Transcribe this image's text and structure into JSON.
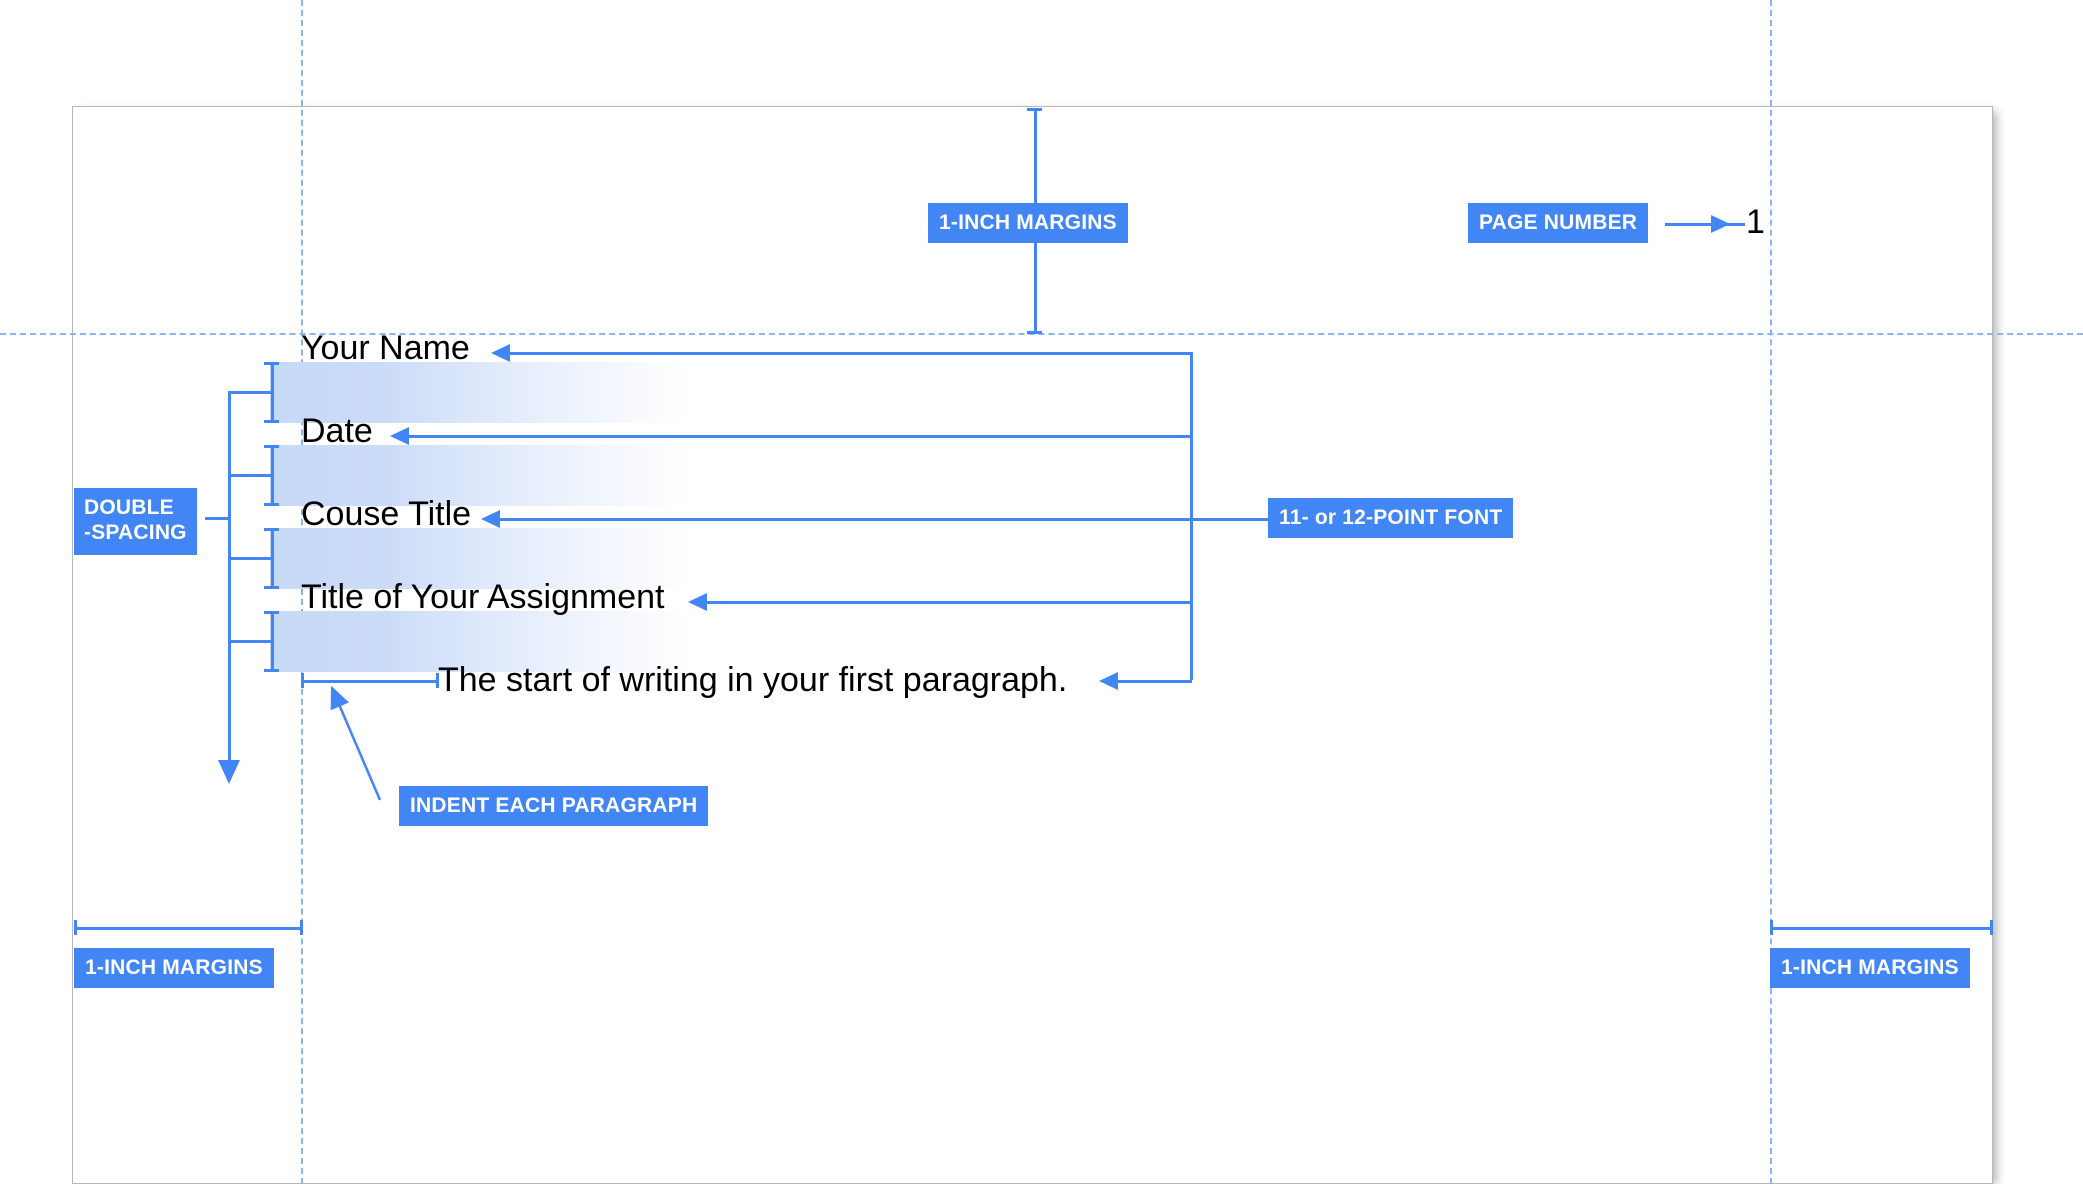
{
  "diagram": {
    "title": "Essay formatting guide page",
    "accent_color": "#4285f4",
    "guide_color": "#8cb3f2",
    "band_color": "#c6d9f7",
    "page_border_color": "#b5b8bb"
  },
  "document": {
    "page_number": "1",
    "lines": [
      {
        "id": "name",
        "text": "Your Name"
      },
      {
        "id": "date",
        "text": "Date"
      },
      {
        "id": "course",
        "text": "Couse Title"
      },
      {
        "id": "title",
        "text": "Title of Your Assignment"
      },
      {
        "id": "paragraph",
        "text": "The start of writing in your first paragraph."
      }
    ]
  },
  "callouts": {
    "margin_top": "1-INCH MARGINS",
    "margin_bottom_left": "1-INCH MARGINS",
    "margin_bottom_right": "1-INCH MARGINS",
    "page_number": "PAGE NUMBER",
    "font_size": "11- or 12-POINT FONT",
    "double_spacing_line1": "DOUBLE",
    "double_spacing_line2": "-SPACING",
    "indent": "INDENT EACH PARAGRAPH"
  }
}
